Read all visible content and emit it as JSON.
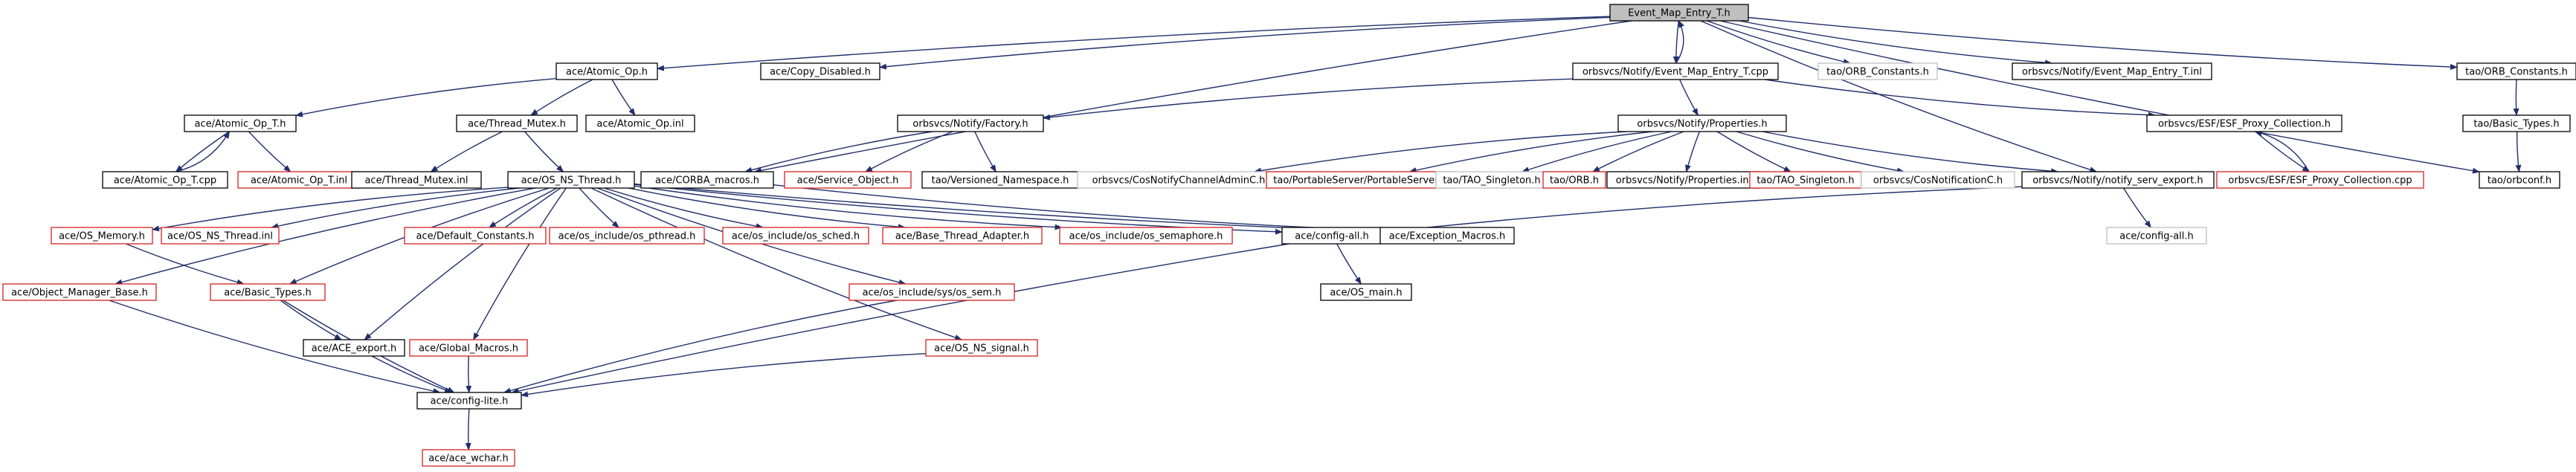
{
  "colors": {
    "background": "#ffffff",
    "edge": "#1f2f6b",
    "border_normal": "#000000",
    "border_truncated": "#d62020",
    "border_external": "#bfbfbf",
    "root_fill": "#bfbfbf",
    "text": "#000000"
  },
  "nodes": [
    {
      "id": "root",
      "label": "Event_Map_Entry_T.h",
      "kind": "root"
    },
    {
      "id": "atomic_op",
      "label": "ace/Atomic_Op.h",
      "kind": "normal"
    },
    {
      "id": "copy_disabled",
      "label": "ace/Copy_Disabled.h",
      "kind": "normal"
    },
    {
      "id": "emet_cpp",
      "label": "orbsvcs/Notify/Event_Map_Entry_T.cpp",
      "kind": "normal"
    },
    {
      "id": "tao_orb_const_ext",
      "label": "tao/ORB_Constants.h",
      "kind": "external"
    },
    {
      "id": "emet_inl",
      "label": "orbsvcs/Notify/Event_Map_Entry_T.inl",
      "kind": "normal"
    },
    {
      "id": "tao_orb_const",
      "label": "tao/ORB_Constants.h",
      "kind": "normal"
    },
    {
      "id": "atomic_op_t",
      "label": "ace/Atomic_Op_T.h",
      "kind": "normal"
    },
    {
      "id": "thread_mutex",
      "label": "ace/Thread_Mutex.h",
      "kind": "normal"
    },
    {
      "id": "atomic_op_inl",
      "label": "ace/Atomic_Op.inl",
      "kind": "normal"
    },
    {
      "id": "notify_factory",
      "label": "orbsvcs/Notify/Factory.h",
      "kind": "normal"
    },
    {
      "id": "notify_props",
      "label": "orbsvcs/Notify/Properties.h",
      "kind": "normal"
    },
    {
      "id": "esf_proxy",
      "label": "orbsvcs/ESF/ESF_Proxy_Collection.h",
      "kind": "normal"
    },
    {
      "id": "tao_basic_types",
      "label": "tao/Basic_Types.h",
      "kind": "normal"
    },
    {
      "id": "atomic_op_t_cpp",
      "label": "ace/Atomic_Op_T.cpp",
      "kind": "normal"
    },
    {
      "id": "atomic_op_t_inl",
      "label": "ace/Atomic_Op_T.inl",
      "kind": "truncated"
    },
    {
      "id": "thread_mutex_inl",
      "label": "ace/Thread_Mutex.inl",
      "kind": "normal"
    },
    {
      "id": "os_ns_thread",
      "label": "ace/OS_NS_Thread.h",
      "kind": "normal"
    },
    {
      "id": "corba_macros",
      "label": "ace/CORBA_macros.h",
      "kind": "normal"
    },
    {
      "id": "service_object",
      "label": "ace/Service_Object.h",
      "kind": "truncated"
    },
    {
      "id": "versioned_ns",
      "label": "tao/Versioned_Namespace.h",
      "kind": "normal"
    },
    {
      "id": "cos_notify_admin",
      "label": "orbsvcs/CosNotifyChannelAdminC.h",
      "kind": "external"
    },
    {
      "id": "portable_server",
      "label": "tao/PortableServer/PortableServer.h",
      "kind": "truncated"
    },
    {
      "id": "tao_singleton_ext",
      "label": "tao/TAO_Singleton.h",
      "kind": "external"
    },
    {
      "id": "tao_orb",
      "label": "tao/ORB.h",
      "kind": "truncated"
    },
    {
      "id": "notify_props_inl",
      "label": "orbsvcs/Notify/Properties.inl",
      "kind": "normal"
    },
    {
      "id": "tao_singleton",
      "label": "tao/TAO_Singleton.h",
      "kind": "truncated"
    },
    {
      "id": "cos_notification",
      "label": "orbsvcs/CosNotificationC.h",
      "kind": "external"
    },
    {
      "id": "notify_serv_export",
      "label": "orbsvcs/Notify/notify_serv_export.h",
      "kind": "normal"
    },
    {
      "id": "esf_proxy_cpp",
      "label": "orbsvcs/ESF/ESF_Proxy_Collection.cpp",
      "kind": "truncated"
    },
    {
      "id": "tao_orbconf",
      "label": "tao/orbconf.h",
      "kind": "normal"
    },
    {
      "id": "os_memory",
      "label": "ace/OS_Memory.h",
      "kind": "truncated"
    },
    {
      "id": "os_ns_thread_inl",
      "label": "ace/OS_NS_Thread.inl",
      "kind": "truncated"
    },
    {
      "id": "default_constants",
      "label": "ace/Default_Constants.h",
      "kind": "truncated"
    },
    {
      "id": "os_pthread",
      "label": "ace/os_include/os_pthread.h",
      "kind": "truncated"
    },
    {
      "id": "os_sched",
      "label": "ace/os_include/os_sched.h",
      "kind": "truncated"
    },
    {
      "id": "base_thread_adapter",
      "label": "ace/Base_Thread_Adapter.h",
      "kind": "truncated"
    },
    {
      "id": "os_semaphore",
      "label": "ace/os_include/os_semaphore.h",
      "kind": "truncated"
    },
    {
      "id": "config_all",
      "label": "ace/config-all.h",
      "kind": "normal"
    },
    {
      "id": "exception_macros",
      "label": "ace/Exception_Macros.h",
      "kind": "normal"
    },
    {
      "id": "config_all_ext",
      "label": "ace/config-all.h",
      "kind": "external"
    },
    {
      "id": "object_manager_base",
      "label": "ace/Object_Manager_Base.h",
      "kind": "truncated"
    },
    {
      "id": "ace_basic_types",
      "label": "ace/Basic_Types.h",
      "kind": "truncated"
    },
    {
      "id": "os_sys_sem",
      "label": "ace/os_include/sys/os_sem.h",
      "kind": "truncated"
    },
    {
      "id": "os_main",
      "label": "ace/OS_main.h",
      "kind": "normal"
    },
    {
      "id": "ace_export",
      "label": "ace/ACE_export.h",
      "kind": "normal"
    },
    {
      "id": "global_macros",
      "label": "ace/Global_Macros.h",
      "kind": "truncated"
    },
    {
      "id": "os_ns_signal",
      "label": "ace/OS_NS_signal.h",
      "kind": "truncated"
    },
    {
      "id": "config_lite",
      "label": "ace/config-lite.h",
      "kind": "normal"
    },
    {
      "id": "ace_wchar",
      "label": "ace/ace_wchar.h",
      "kind": "truncated"
    }
  ],
  "edges": [
    [
      "root",
      "atomic_op"
    ],
    [
      "root",
      "copy_disabled"
    ],
    [
      "root",
      "emet_cpp"
    ],
    [
      "emet_cpp",
      "root"
    ],
    [
      "root",
      "tao_orb_const_ext"
    ],
    [
      "root",
      "emet_inl"
    ],
    [
      "root",
      "tao_orb_const"
    ],
    [
      "root",
      "corba_macros"
    ],
    [
      "root",
      "notify_serv_export"
    ],
    [
      "root",
      "tao_orbconf"
    ],
    [
      "atomic_op",
      "atomic_op_t"
    ],
    [
      "atomic_op",
      "thread_mutex"
    ],
    [
      "atomic_op",
      "atomic_op_inl"
    ],
    [
      "atomic_op_t",
      "atomic_op_t_cpp"
    ],
    [
      "atomic_op_t_cpp",
      "atomic_op_t"
    ],
    [
      "atomic_op_t",
      "atomic_op_t_inl"
    ],
    [
      "thread_mutex",
      "thread_mutex_inl"
    ],
    [
      "thread_mutex",
      "os_ns_thread"
    ],
    [
      "emet_cpp",
      "notify_factory"
    ],
    [
      "emet_cpp",
      "notify_props"
    ],
    [
      "emet_cpp",
      "esf_proxy"
    ],
    [
      "notify_factory",
      "corba_macros"
    ],
    [
      "notify_factory",
      "service_object"
    ],
    [
      "notify_factory",
      "versioned_ns"
    ],
    [
      "notify_props",
      "cos_notify_admin"
    ],
    [
      "notify_props",
      "portable_server"
    ],
    [
      "notify_props",
      "tao_singleton_ext"
    ],
    [
      "notify_props",
      "tao_orb"
    ],
    [
      "notify_props",
      "notify_props_inl"
    ],
    [
      "notify_props",
      "tao_singleton"
    ],
    [
      "notify_props",
      "cos_notification"
    ],
    [
      "notify_props",
      "notify_serv_export"
    ],
    [
      "esf_proxy",
      "esf_proxy_cpp"
    ],
    [
      "esf_proxy_cpp",
      "esf_proxy"
    ],
    [
      "tao_orb_const",
      "tao_basic_types"
    ],
    [
      "tao_basic_types",
      "tao_orbconf"
    ],
    [
      "os_ns_thread",
      "os_memory"
    ],
    [
      "os_ns_thread",
      "os_ns_thread_inl"
    ],
    [
      "os_ns_thread",
      "default_constants"
    ],
    [
      "os_ns_thread",
      "os_pthread"
    ],
    [
      "os_ns_thread",
      "os_sched"
    ],
    [
      "os_ns_thread",
      "base_thread_adapter"
    ],
    [
      "os_ns_thread",
      "os_semaphore"
    ],
    [
      "os_ns_thread",
      "config_all"
    ],
    [
      "os_ns_thread",
      "exception_macros"
    ],
    [
      "os_ns_thread",
      "object_manager_base"
    ],
    [
      "os_ns_thread",
      "ace_basic_types"
    ],
    [
      "os_ns_thread",
      "ace_export"
    ],
    [
      "os_ns_thread",
      "global_macros"
    ],
    [
      "os_ns_thread",
      "os_sys_sem"
    ],
    [
      "os_ns_thread",
      "os_ns_signal"
    ],
    [
      "corba_macros",
      "exception_macros"
    ],
    [
      "notify_serv_export",
      "config_all"
    ],
    [
      "notify_serv_export",
      "config_all_ext"
    ],
    [
      "os_memory",
      "ace_basic_types"
    ],
    [
      "ace_basic_types",
      "ace_export"
    ],
    [
      "ace_basic_types",
      "config_lite"
    ],
    [
      "object_manager_base",
      "config_lite"
    ],
    [
      "config_all",
      "os_main"
    ],
    [
      "config_all",
      "config_lite"
    ],
    [
      "ace_export",
      "config_lite"
    ],
    [
      "global_macros",
      "config_lite"
    ],
    [
      "os_sys_sem",
      "config_lite"
    ],
    [
      "os_ns_signal",
      "config_lite"
    ],
    [
      "config_lite",
      "ace_wchar"
    ]
  ]
}
